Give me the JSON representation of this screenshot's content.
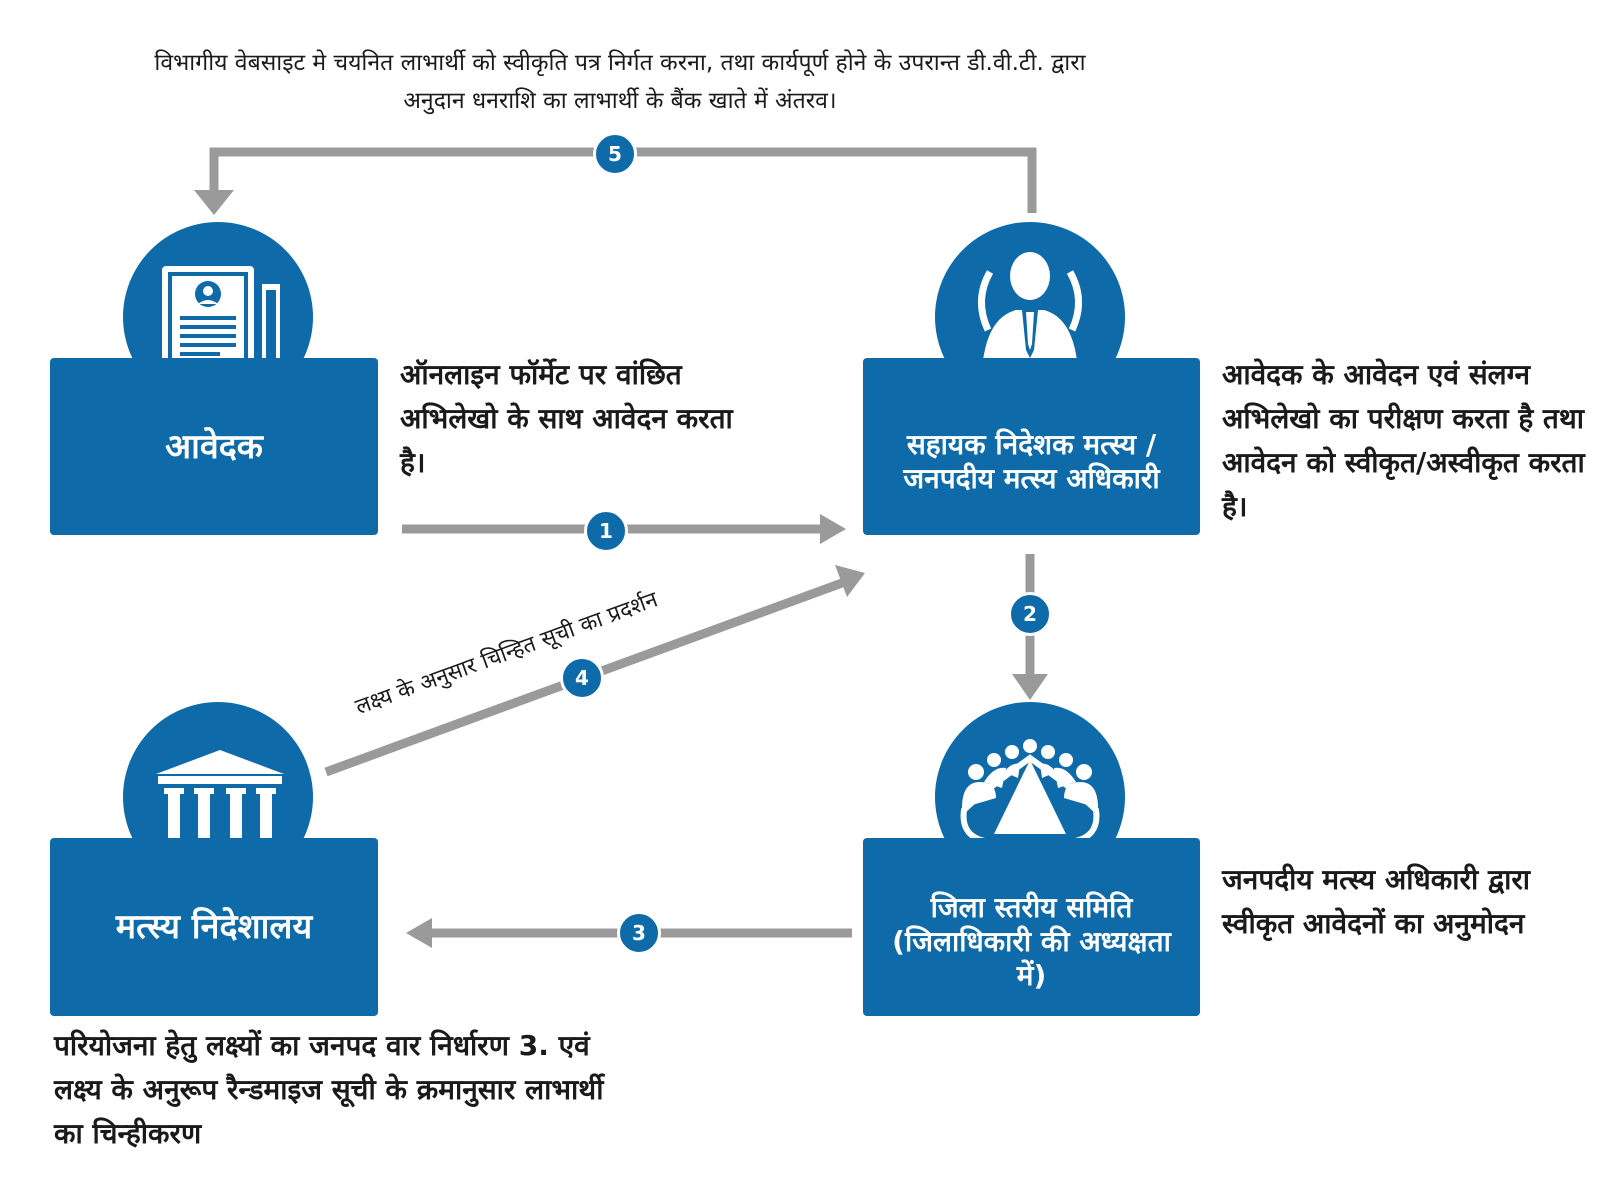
{
  "top_note": "विभागीय वेबसाइट मे चयनित लाभार्थी को स्वीकृति पत्र निर्गत करना, तथा कार्यपूर्ण होने के उपरान्त डी.वी.टी. द्वारा अनुदान धनराशि का लाभार्थी के बैंक खाते में अंतरव।",
  "nodes": {
    "applicant": {
      "title": "आवेदक",
      "icon": "application-form-icon"
    },
    "assistant_director": {
      "title": "सहायक निदेशक मत्स्य /जनपदीय मत्स्य अधिकारी",
      "icon": "officer-icon"
    },
    "district_committee": {
      "title": "जिला स्तरीय समिति (जिलाधिकारी की अध्यक्षता में)",
      "icon": "meeting-icon"
    },
    "directorate": {
      "title": "मत्स्य निदेशालय",
      "icon": "government-building-icon"
    }
  },
  "descriptions": {
    "applicant": "ऑनलाइन फॉर्मेट पर वांछित अभिलेखो के साथ आवेदन करता है।",
    "assistant_director": "आवेदक के आवेदन एवं संलग्न अभिलेखो का परीक्षण करता है तथा आवेदन को स्वीकृत/अस्वीकृत करता है।",
    "district_committee": "जनपदीय मत्स्य अधिकारी द्वारा स्वीकृत आवेदनों का अनुमोदन",
    "directorate": "परियोजना हेतु लक्ष्यों का जनपद वार निर्धारण 3. एवं लक्ष्य के अनुरूप रैन्डमाइज सूची के क्रमानुसार लाभार्थी का चिन्हीकरण"
  },
  "steps": [
    {
      "number": "1"
    },
    {
      "number": "2"
    },
    {
      "number": "3"
    },
    {
      "number": "4",
      "label": "लक्ष्य के अनुसार चिन्हित सूची का प्रदर्शन"
    },
    {
      "number": "5"
    }
  ],
  "colors": {
    "primary": "#0e6aa8",
    "arrow": "#9a9a9a"
  }
}
